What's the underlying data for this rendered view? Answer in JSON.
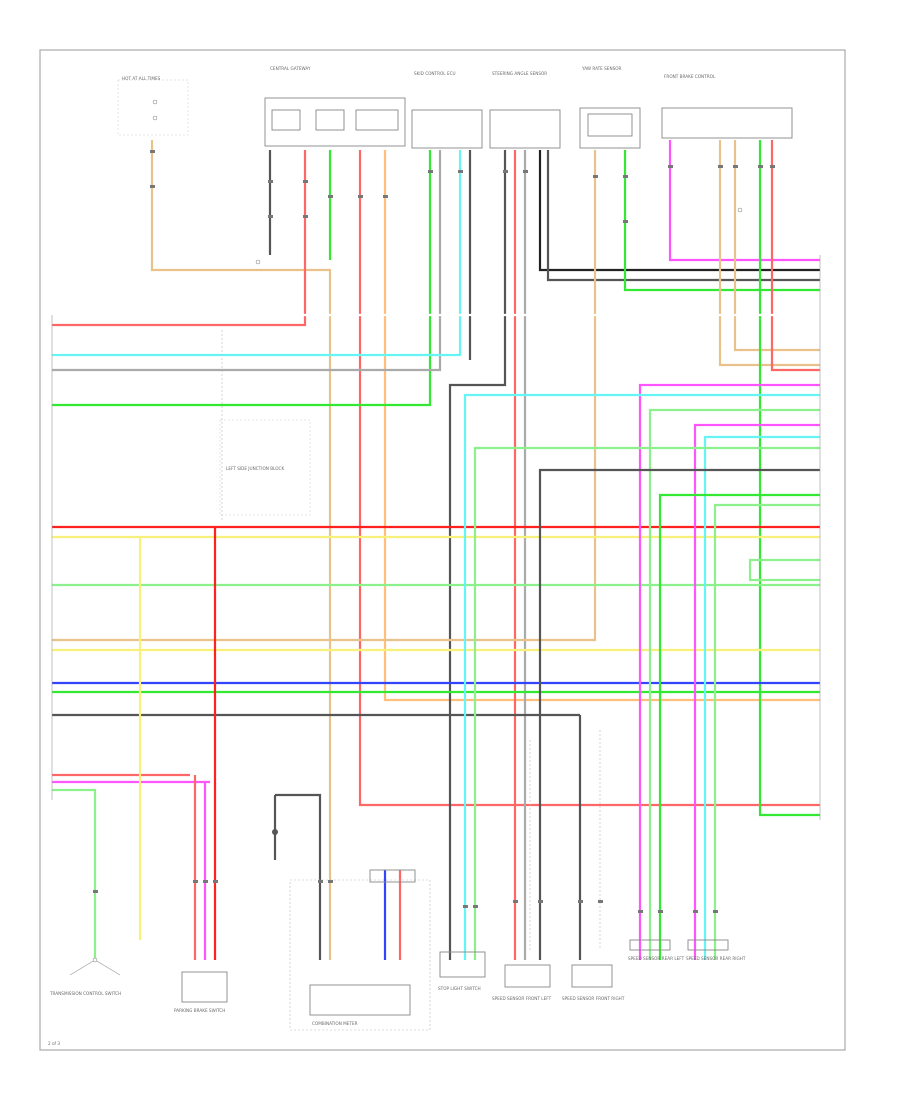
{
  "diagram": {
    "page_number": "2 of 3",
    "colors": {
      "red": "#ff6666",
      "bright_red": "#ff2020",
      "pink": "#ff70a0",
      "magenta": "#ff55ff",
      "orange_tan": "#ffbe7a",
      "tan": "#e8c28a",
      "yellow": "#f7f07a",
      "lt_green": "#8cf08c",
      "green": "#33e833",
      "cyan": "#66f5f5",
      "blue": "#3344ff",
      "gray": "#aaaaaa",
      "dark_gray": "#555555",
      "black": "#222222"
    },
    "components": [
      {
        "id": "c1",
        "name": "HOT AT ALL TIMES"
      },
      {
        "id": "c2",
        "name": "CENTRAL GATEWAY"
      },
      {
        "id": "c3",
        "name": "SKID CONTROL ECU"
      },
      {
        "id": "c4",
        "name": "STEERING ANGLE SENSOR"
      },
      {
        "id": "c5",
        "name": "YAW RATE SENSOR"
      },
      {
        "id": "c6",
        "name": "FRONT BRAKE CONTROL"
      },
      {
        "id": "c7",
        "name": "LEFT SIDE JUNCTION BLOCK"
      },
      {
        "id": "c8",
        "name": "TRANSMISSION CONTROL SWITCH"
      },
      {
        "id": "c9",
        "name": "PARKING BRAKE SWITCH"
      },
      {
        "id": "c10",
        "name": "COMBINATION METER"
      },
      {
        "id": "c11",
        "name": "STOP LIGHT SWITCH"
      },
      {
        "id": "c12",
        "name": "SPEED SENSOR FRONT LEFT"
      },
      {
        "id": "c13",
        "name": "SPEED SENSOR FRONT RIGHT"
      },
      {
        "id": "c14",
        "name": "SPEED SENSOR REAR LEFT"
      },
      {
        "id": "c15",
        "name": "SPEED SENSOR REAR RIGHT"
      }
    ]
  }
}
